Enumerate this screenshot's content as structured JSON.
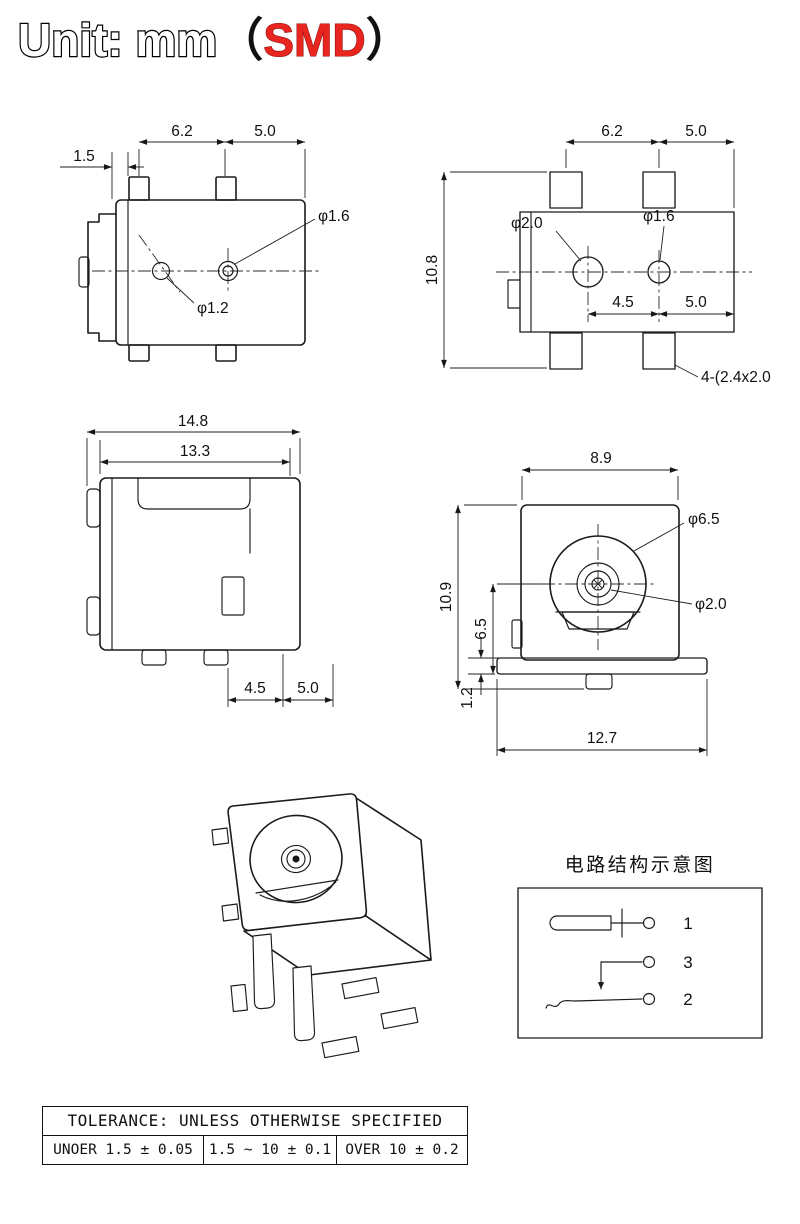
{
  "header": {
    "unit_label": "Unit: mm",
    "paren_open": "（",
    "smd_label": "SMD",
    "paren_close": "）"
  },
  "side_view": {
    "dim_pin_offset": "1.5",
    "dim_pin_pitch": "6.2",
    "dim_pin_to_edge": "5.0",
    "dim_hole_small": "φ1.6",
    "dim_hole_tiny": "φ1.2"
  },
  "pad_view": {
    "dim_pad_pitch": "6.2",
    "dim_pad_to_edge": "5.0",
    "dim_height": "10.8",
    "dim_hole_big": "φ2.0",
    "dim_hole_small": "φ1.6",
    "dim_peg_pitch": "4.5",
    "dim_peg_to_edge": "5.0",
    "pad_size_callout": "4-(2.4x2.0"
  },
  "top_view": {
    "dim_overall_width": "14.8",
    "dim_body_width": "13.3",
    "dim_foot_pitch": "4.5",
    "dim_foot_to_edge": "5.0"
  },
  "front_view": {
    "dim_body_width": "8.9",
    "dim_overall_height": "10.9",
    "dim_center_height": "6.5",
    "dim_barrel": "φ6.5",
    "dim_pin": "φ2.0",
    "dim_flange": "1.2",
    "dim_flange_width": "12.7"
  },
  "circuit": {
    "title": "电路结构示意图",
    "pin_labels": [
      "1",
      "3",
      "2"
    ]
  },
  "tolerance_table": {
    "header": "TOLERANCE: UNLESS OTHERWISE SPECIFIED",
    "cells": [
      "UNOER 1.5 ± 0.05",
      "1.5 ~ 10 ± 0.1",
      "OVER 10 ± 0.2"
    ]
  }
}
